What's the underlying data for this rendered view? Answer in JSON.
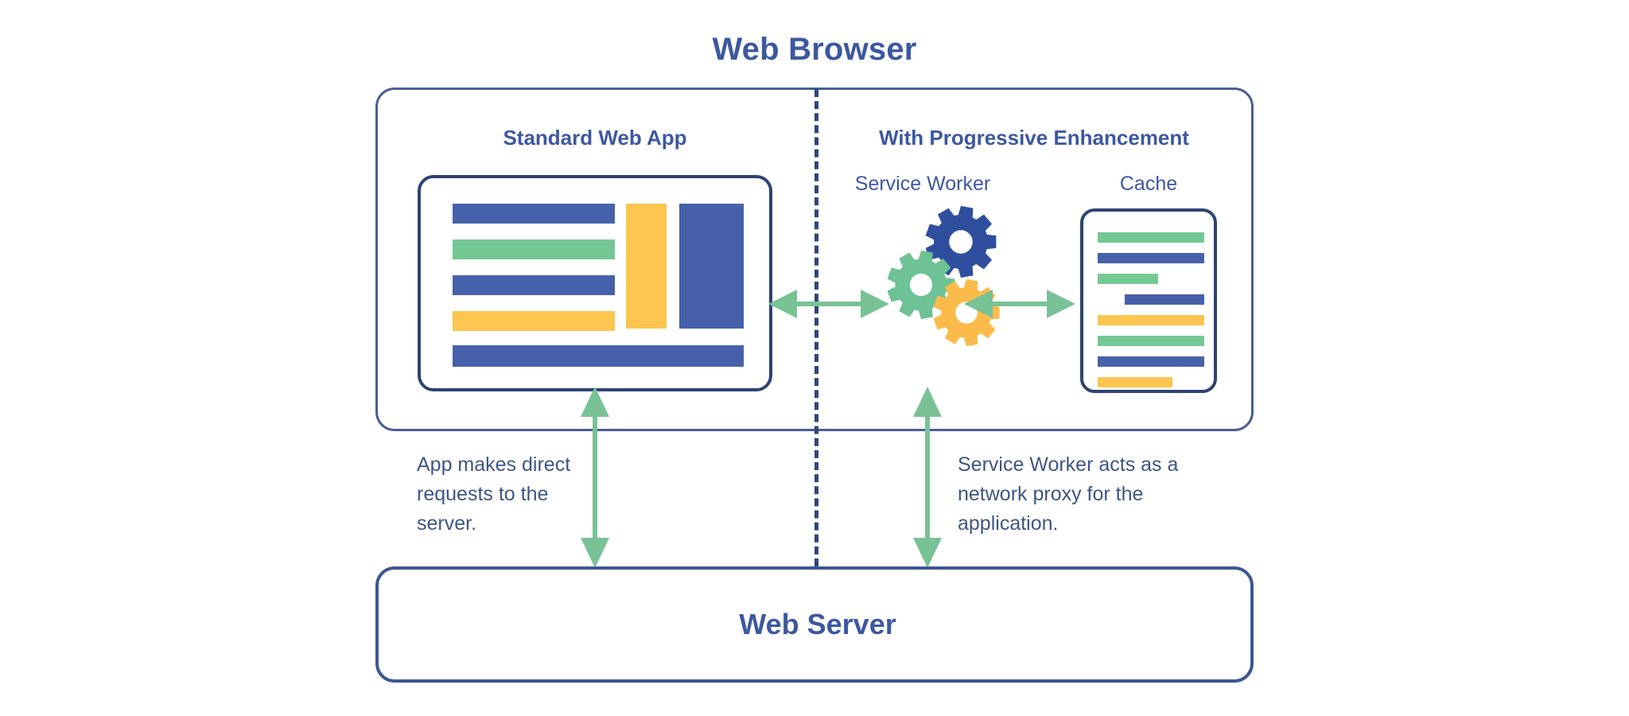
{
  "diagram": {
    "title": "Web Browser",
    "server_title": "Web Server",
    "panels": {
      "left_heading": "Standard Web App",
      "right_heading": "With Progressive Enhancement"
    },
    "sub_headings": {
      "service_worker": "Service Worker",
      "cache": "Cache"
    },
    "captions": {
      "left": "App makes direct requests to the server.",
      "right": "Service Worker acts as a network proxy for the application."
    },
    "colors": {
      "navy_border": "#2e4372",
      "outer_border": "#4a5e94",
      "title_blue": "#3d589f",
      "bar_blue": "#4661aa",
      "bar_green": "#74c894",
      "bar_yellow": "#fbc54f",
      "gear_blue": "#2f4f9e",
      "gear_green": "#6ec295",
      "gear_yellow": "#fbbb4a",
      "arrow_green": "#79c295",
      "caption_text": "#3d5684",
      "divider": "#2f4577",
      "background": "#ffffff"
    },
    "app_mock": {
      "rows": [
        {
          "color": "#4661aa",
          "width_pct": 100
        },
        {
          "color": "#74c894",
          "width_pct": 100
        },
        {
          "color": "#4661aa",
          "width_pct": 100
        },
        {
          "color": "#fbc54f",
          "width_pct": 100
        }
      ],
      "column_yellow": {
        "color": "#fbc54f"
      },
      "column_blue": {
        "color": "#4661aa"
      },
      "footer_bar": {
        "color": "#4661aa"
      }
    },
    "cache_mock": {
      "lines": [
        {
          "color": "#74c894",
          "width_pct": 100,
          "offset_pct": 0
        },
        {
          "color": "#4661aa",
          "width_pct": 100,
          "offset_pct": 0
        },
        {
          "color": "#74c894",
          "width_pct": 57,
          "offset_pct": 0
        },
        {
          "color": "#4661aa",
          "width_pct": 75,
          "offset_pct": 25
        },
        {
          "color": "#fbc54f",
          "width_pct": 100,
          "offset_pct": 0
        },
        {
          "color": "#74c894",
          "width_pct": 100,
          "offset_pct": 0
        },
        {
          "color": "#4661aa",
          "width_pct": 100,
          "offset_pct": 0
        },
        {
          "color": "#fbc54f",
          "width_pct": 70,
          "offset_pct": 0
        }
      ]
    },
    "arrows": [
      {
        "name": "app-to-service-worker",
        "type": "double-horizontal"
      },
      {
        "name": "service-worker-to-cache",
        "type": "double-horizontal"
      },
      {
        "name": "app-to-server",
        "type": "double-vertical"
      },
      {
        "name": "service-worker-to-server",
        "type": "double-vertical"
      }
    ],
    "gears": [
      {
        "name": "gear-blue",
        "color": "#2f4f9e"
      },
      {
        "name": "gear-green",
        "color": "#6ec295"
      },
      {
        "name": "gear-yellow",
        "color": "#fbbb4a"
      }
    ]
  }
}
